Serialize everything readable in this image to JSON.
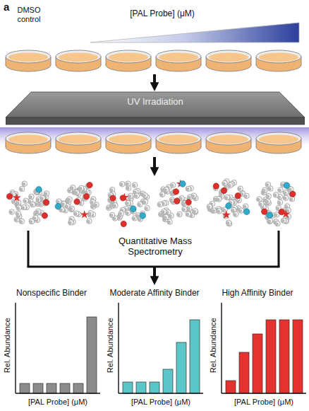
{
  "diagram": {
    "nodes": [
      {
        "text": [
          "UV Irradiation"
        ]
      },
      {
        "text": [
          "Nonspecific Binder",
          "Rel. Abundance",
          "[PAL Probe] (μM)"
        ]
      },
      {
        "text": [
          "Moderate Affinity Binder",
          "Rel. Abundance",
          "[PAL Probe] (μM)"
        ]
      },
      {
        "text": [
          "High Affinity Binder",
          "Rel. Abundance",
          "[PAL Probe] (μM)"
        ]
      }
    ],
    "labels": [
      "a",
      "DMSO control",
      "[PAL Probe] (μM)",
      "Quantitative Mass Spectrometry"
    ]
  }
}
